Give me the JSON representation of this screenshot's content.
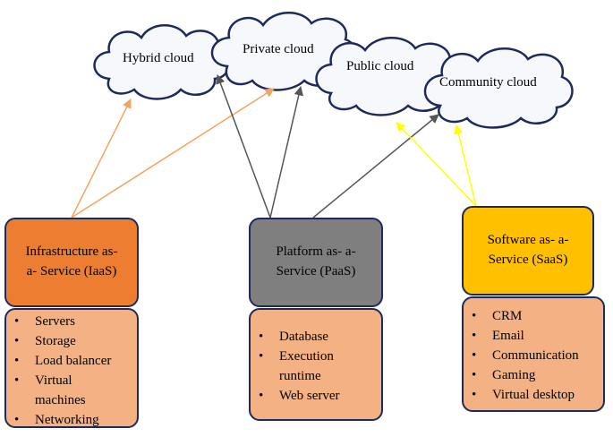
{
  "clouds": {
    "hybrid": "Hybrid cloud",
    "private": "Private cloud",
    "public": "Public cloud",
    "community": "Community cloud"
  },
  "services": {
    "iaas": {
      "title_line1": "Infrastructure as-",
      "title_line2": "a- Service (IaaS)",
      "color": "#ed7d31",
      "items": [
        "Servers",
        "Storage",
        "Load balancer",
        "Virtual",
        "machines",
        "Networking"
      ]
    },
    "paas": {
      "title_line1": "Platform as- a-",
      "title_line2": "Service (PaaS)",
      "color": "#7f7f7f",
      "items": [
        "Database",
        "Execution",
        "runtime",
        "Web server"
      ]
    },
    "saas": {
      "title_line1": "Software as- a-",
      "title_line2": "Service (SaaS)",
      "color": "#ffc000",
      "items": [
        "CRM",
        "Email",
        "Communication",
        "Gaming",
        "Virtual desktop"
      ]
    }
  },
  "colors": {
    "iaas_arrow": "#f4a460",
    "paas_arrow": "#555555",
    "saas_arrow": "#ffff00",
    "list_fill": "#f4b183",
    "cloud_fill": "#f7f8fc",
    "border": "#1f2a5c"
  }
}
